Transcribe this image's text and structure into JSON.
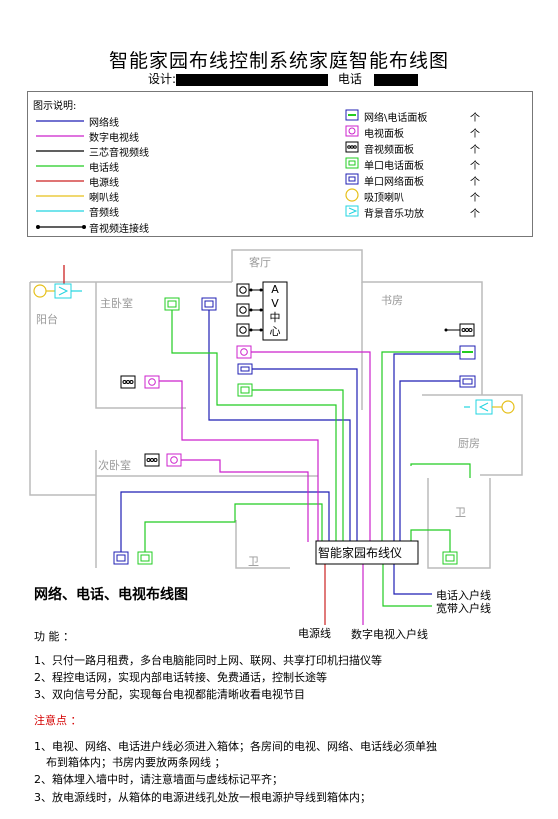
{
  "header": {
    "title": "智能家园布线控制系统家庭智能布线图",
    "designer_label": "设计:",
    "phone_label": "电话"
  },
  "legend": {
    "heading": "图示说明:",
    "lines": [
      {
        "label": "网络线",
        "color": "#1f1fb3"
      },
      {
        "label": "数字电视线",
        "color": "#cc22cc"
      },
      {
        "label": "三芯音视频线",
        "color": "#000000"
      },
      {
        "label": "电话线",
        "color": "#22cc22"
      },
      {
        "label": "电源线",
        "color": "#cc2222"
      },
      {
        "label": "喇叭线",
        "color": "#e6c01a"
      },
      {
        "label": "音频线",
        "color": "#22d4e0"
      },
      {
        "label": "音视频连接线",
        "color": "#000000"
      }
    ],
    "panels": [
      {
        "label": "网络\\电话面板",
        "unit": "个",
        "icon": "network-phone-panel-icon"
      },
      {
        "label": "电视面板",
        "unit": "个",
        "icon": "tv-panel-icon"
      },
      {
        "label": "音视频面板",
        "unit": "个",
        "icon": "av-panel-icon"
      },
      {
        "label": "单口电话面板",
        "unit": "个",
        "icon": "phone-panel-icon"
      },
      {
        "label": "单口网络面板",
        "unit": "个",
        "icon": "network-panel-icon"
      },
      {
        "label": "吸顶喇叭",
        "unit": "个",
        "icon": "ceiling-speaker-icon"
      },
      {
        "label": "背景音乐功放",
        "unit": "个",
        "icon": "amplifier-icon"
      }
    ]
  },
  "rooms": {
    "living": "客厅",
    "master": "主卧室",
    "study": "书房",
    "balcony": "阳台",
    "kitchen": "厨房",
    "second": "次卧室",
    "bath1": "卫",
    "bath2": "卫"
  },
  "av_center": [
    "A",
    "V",
    "中",
    "心"
  ],
  "hub_label": "智能家园布线仪",
  "external": {
    "phone_in": "电话入户线",
    "broadband_in": "宽带入户线",
    "power": "电源线",
    "digital_tv_in": "数字电视入户线"
  },
  "section_title": "网络、电话、电视布线图",
  "features": {
    "heading": "功    能 ：",
    "items": [
      "1、只付一路月租费，多台电脑能同时上网、联网、共享打印机扫描仪等",
      "2、程控电话网，实现内部电话转接、免费通话，控制长途等",
      "3、双向信号分配，实现每台电视都能清晰收看电视节目"
    ]
  },
  "notes": {
    "heading": "注意点 ：",
    "items": [
      "1、电视、网络、电话进户线必须进入箱体；各房间的电视、网络、电话线必须单独",
      "布到箱体内；书房内要放两条网线 ；",
      "2、箱体埋入墙中时，请注意墙面与虚线标记平齐；",
      "3、放电源线时，从箱体的电源进线孔处放一根电源护导线到箱体内；"
    ]
  }
}
